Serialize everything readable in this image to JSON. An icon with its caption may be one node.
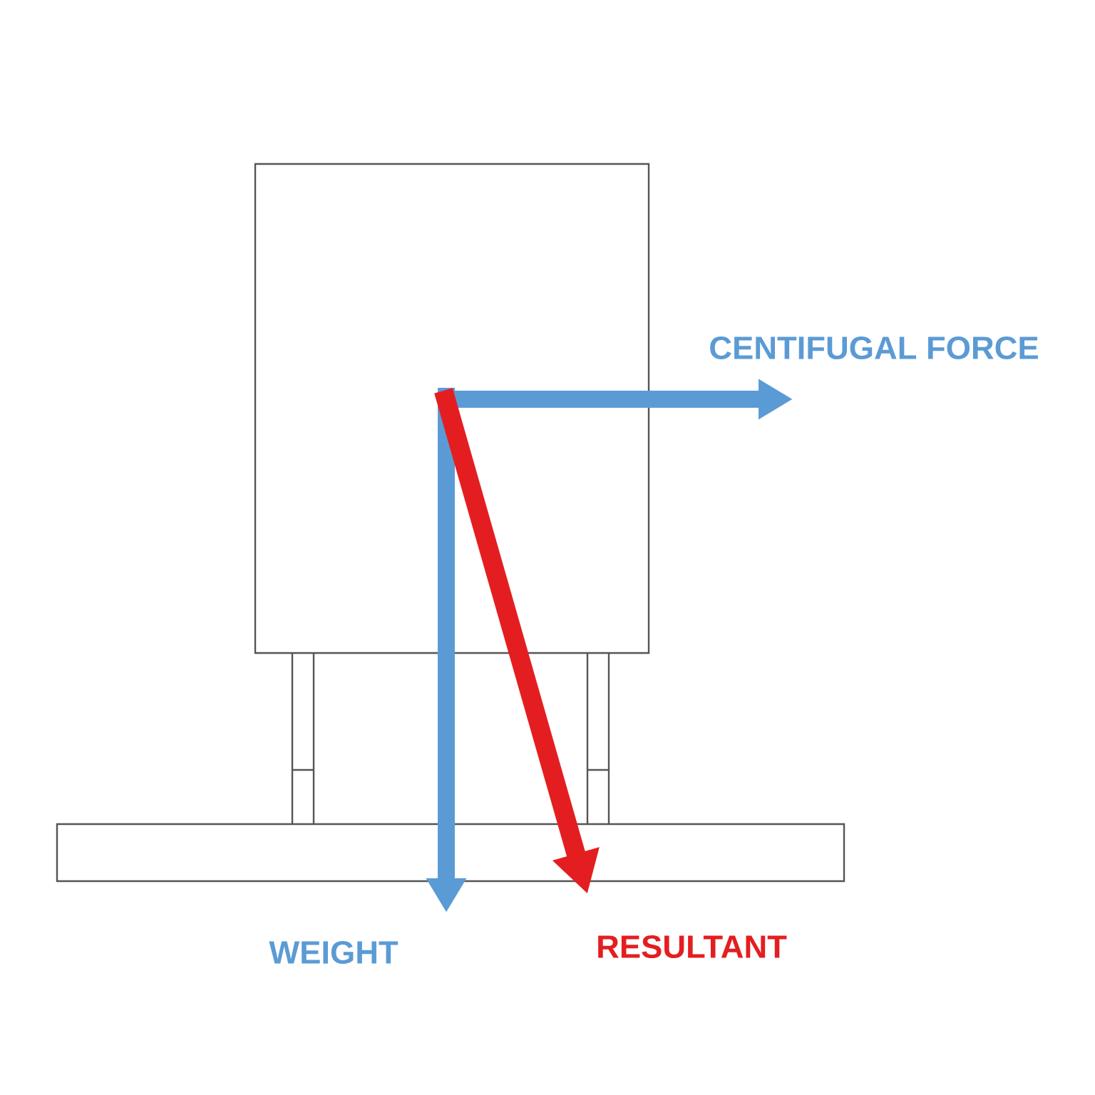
{
  "diagram": {
    "labels": [
      "CENTIFUGAL FORCE",
      "WEIGHT",
      "RESULTANT"
    ]
  }
}
